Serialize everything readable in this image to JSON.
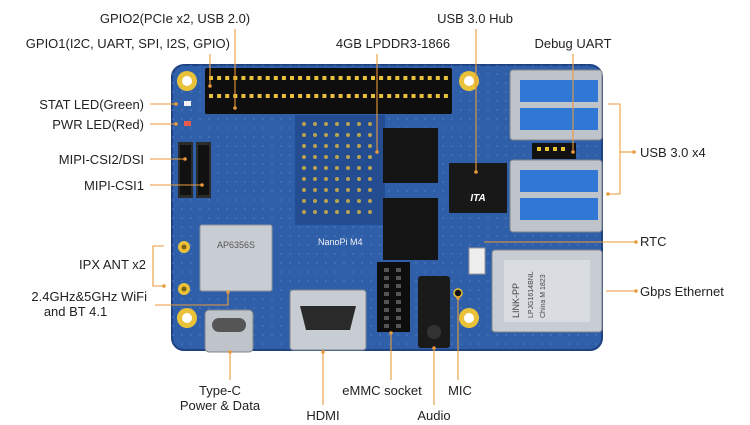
{
  "labels": {
    "gpio2": "GPIO2(PCIe x2, USB 2.0)",
    "gpio1": "GPIO1(I2C, UART, SPI, I2S, GPIO)",
    "usb_hub": "USB 3.0 Hub",
    "lpddr": "4GB LPDDR3-1866",
    "debug_uart": "Debug UART",
    "stat_led": "STAT LED(Green)",
    "pwr_led": "PWR LED(Red)",
    "mipi_csi2": "MIPI-CSI2/DSI",
    "mipi_csi1": "MIPI-CSI1",
    "usb3x4": "USB 3.0 x4",
    "ipx_ant": "IPX ANT x2",
    "rtc": "RTC",
    "wifi_line1": "2.4GHz&5GHz WiFi",
    "wifi_line2": "and BT 4.1",
    "ethernet": "Gbps Ethernet",
    "typec_line1": "Type-C",
    "typec_line2": "Power & Data",
    "hdmi": "HDMI",
    "emmc": "eMMC socket",
    "audio": "Audio",
    "mic": "MIC"
  },
  "board": {
    "name": "NanoPi M4",
    "wifi_module": "AP6356S",
    "eth_brand": "LINK-PP",
    "eth_part": "LPJG1614BNL",
    "eth_origin": "China M 1823",
    "soc_logo": "ITA"
  },
  "colors": {
    "pcb": "#2f5fa8",
    "pcb_dark": "#1f4283",
    "leader": "#e89a3c",
    "gold": "#e9c23a",
    "usb_blue": "#2f78d6",
    "silver": "#c8cdd3"
  }
}
